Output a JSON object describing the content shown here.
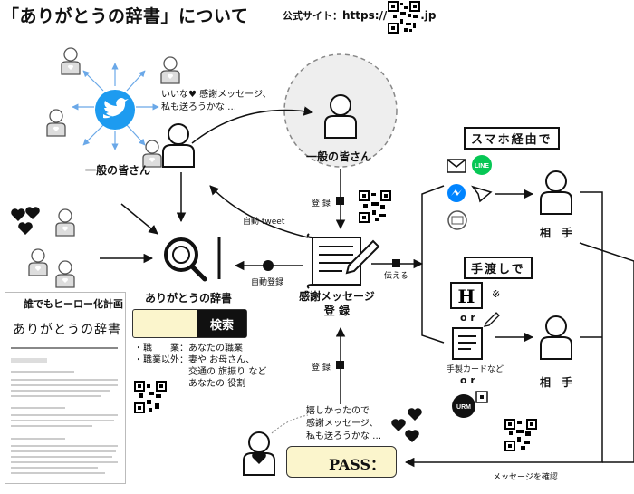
{
  "header": {
    "title": "「ありがとうの辞書」について",
    "site_label": "公式サイト：",
    "site_url": "https://u-r-m.jp"
  },
  "nodes": {
    "public_left": "一般の皆さん",
    "public_center": "一般の皆さん",
    "thought_top": "いいな♥ 感謝メッセージ、\n私も送ろうかな …",
    "thought_bottom": "嬉しかったので\n感謝メッセージ、\n私も送ろうかな …",
    "dictionary": "ありがとうの辞書",
    "search_button": "検索",
    "pass_label": "PASS：",
    "message_register": "感謝メッセージ\n登 録",
    "partner_top": "相　手",
    "partner_bottom": "相　手",
    "smartphone_route": "スマホ経由で",
    "handover": "手渡しで",
    "or_1": "o r",
    "or_2": "o r",
    "handmade_card": "手製カードなど",
    "note_mark": "※"
  },
  "arrows": {
    "register_top": "登 録",
    "register_bottom": "登 録",
    "auto_tweet": "自動 tweet",
    "auto_register": "自動登録",
    "deliver": "伝える",
    "confirm_message": "メッセージを確認"
  },
  "roles": {
    "job_key": "・職　　業：",
    "job_val": "あなたの職業",
    "other_key": "・職業以外：",
    "other_val_1": "妻や お母さん、",
    "other_val_2": "交通の 旗振り など",
    "other_val_3": "あなたの 役割"
  },
  "phone": {
    "hand_title": "誰でもヒーロー化計画",
    "book_title": "ありがとうの辞書"
  },
  "colors": {
    "twitter": "#1d9bf0",
    "line": "#06c755",
    "messenger": "#0084ff",
    "search_bg": "#fbf5cc"
  }
}
